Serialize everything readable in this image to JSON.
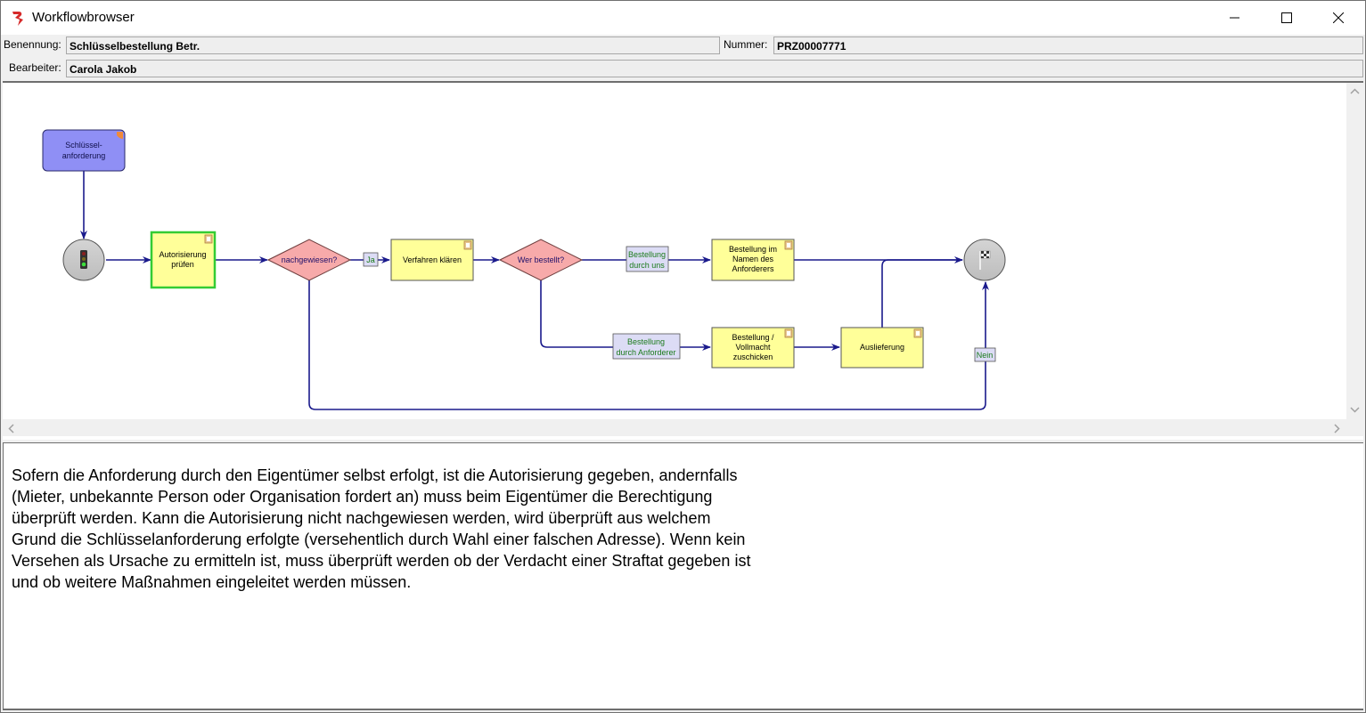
{
  "window": {
    "title": "Workflowbrowser",
    "controls": {
      "minimize": "minimize",
      "maximize": "maximize",
      "close": "close"
    }
  },
  "header": {
    "benennung_label": "Benennung:",
    "benennung_value": "Schlüsselbestellung Betr.",
    "nummer_label": "Nummer:",
    "nummer_value": "PRZ00007771",
    "bearbeiter_label": "Bearbeiter:",
    "bearbeiter_value": "Carola Jakob"
  },
  "workflow": {
    "colors": {
      "edge": "#1a1a8c",
      "start_node": "#8f8ff5",
      "task": "#ffff99",
      "decision": "#f7aaaa",
      "label_box": "#dcdcf5",
      "label_text": "#1a7a1a",
      "selected_border": "#33cc33",
      "circle": "#c8c8c8"
    },
    "nodes": {
      "start_event": {
        "lines": [
          "Schlüssel-",
          "anforderung"
        ]
      },
      "start_signal": {
        "icon": "traffic-light-icon"
      },
      "task_autorisierung": {
        "lines": [
          "Autorisierung",
          "prüfen"
        ],
        "selected": true
      },
      "decision_nachgewiesen": {
        "lines": [
          "nachgewiesen?"
        ]
      },
      "task_verfahren": {
        "lines": [
          "Verfahren klären"
        ]
      },
      "decision_wer": {
        "lines": [
          "Wer bestellt?"
        ]
      },
      "task_bestellung_namen": {
        "lines": [
          "Bestellung im",
          "Namen des",
          "Anforderers"
        ]
      },
      "task_bestellung_vollmacht": {
        "lines": [
          "Bestellung /",
          "Vollmacht",
          "zuschicken"
        ]
      },
      "task_auslieferung": {
        "lines": [
          "Auslieferung"
        ]
      },
      "end_event": {
        "icon": "checkered-flag-icon"
      }
    },
    "edge_labels": {
      "ja": {
        "lines": [
          "Ja"
        ]
      },
      "nein": {
        "lines": [
          "Nein"
        ]
      },
      "durch_uns": {
        "lines": [
          "Bestellung",
          "durch uns"
        ]
      },
      "durch_anforderer": {
        "lines": [
          "Bestellung",
          "durch Anforderer"
        ]
      }
    }
  },
  "description": "Sofern die Anforderung durch den Eigentümer selbst erfolgt, ist die Autorisierung gegeben, andernfalls (Mieter, unbekannte Person oder Organisation fordert an) muss beim Eigentümer die Berechtigung überprüft werden. Kann die Autorisierung nicht nachgewiesen werden, wird überprüft aus welchem Grund die Schlüsselanforderung erfolgte (versehentlich durch Wahl einer falschen Adresse). Wenn kein Versehen als Ursache zu ermitteln ist, muss überprüft werden ob der Verdacht einer Straftat gegeben ist und ob weitere Maßnahmen eingeleitet werden müssen."
}
